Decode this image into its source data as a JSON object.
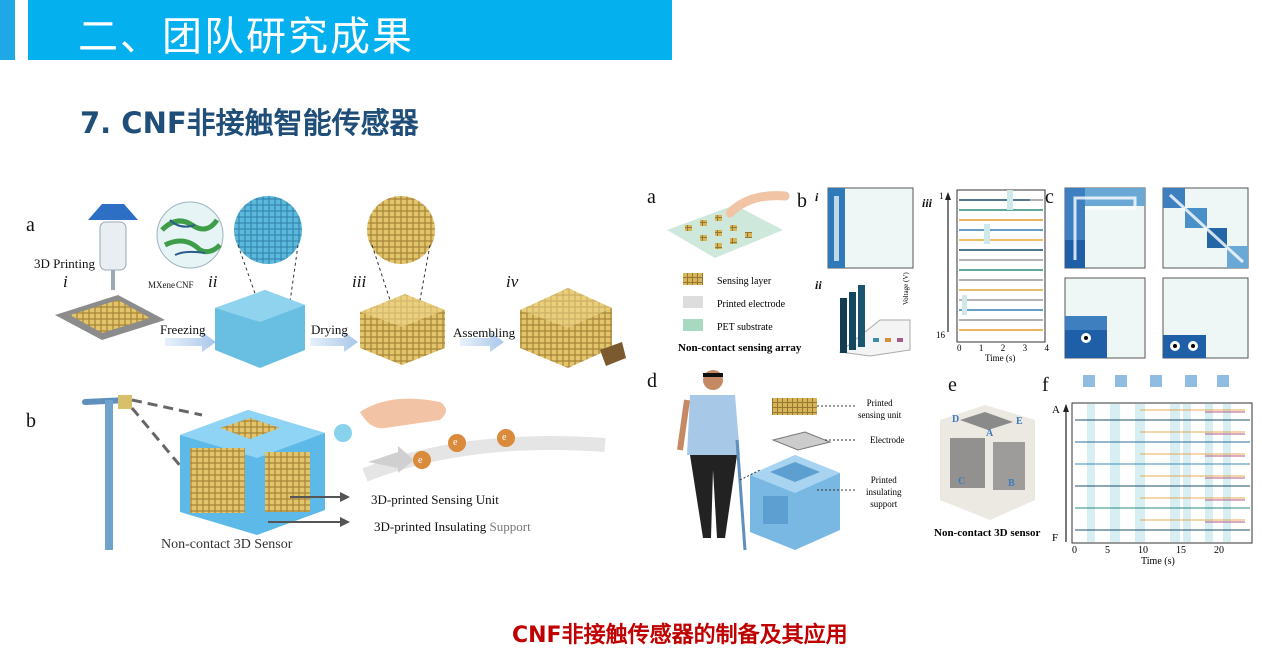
{
  "header": {
    "title": "二、团队研究成果"
  },
  "section_title": "7. CNF非接触智能传感器",
  "caption": "CNF非接触传感器的制备及其应用",
  "left_figure": {
    "panel_a": {
      "label": "a",
      "print_label": "3D Printing",
      "mxene": "MXene",
      "cnf": "CNF",
      "steps": [
        "i",
        "ii",
        "iii",
        "iv"
      ],
      "arrows": [
        "Freezing",
        "Drying",
        "Assembling"
      ]
    },
    "panel_b": {
      "label": "b",
      "sensing_unit": "3D-printed Sensing Unit",
      "support_prefix": "3D-printed Insulating ",
      "support_suffix": "Support",
      "sensor": "Non-contact 3D Sensor",
      "electron": "e"
    }
  },
  "right_figure": {
    "panel_a": {
      "label": "a",
      "legend": [
        "Sensing layer",
        "Printed electrode",
        "PET substrate"
      ],
      "title": "Non-contact sensing array"
    },
    "panel_b": {
      "label": "b",
      "sub_i": "i",
      "sub_ii": "ii",
      "sub_iii": "iii",
      "y_top": "1",
      "y_bottom": "16",
      "voltage_label": "Voltage (V)",
      "time_label": "Time (s)",
      "ticks": [
        "0",
        "1",
        "2",
        "3",
        "4"
      ]
    },
    "panel_c": {
      "label": "c"
    },
    "panel_d": {
      "label": "d",
      "parts": [
        "Printed\nsensing unit",
        "Electrode",
        "Printed\ninsulating\nsupport"
      ]
    },
    "panel_e": {
      "label": "e",
      "faces": [
        "D",
        "A",
        "E",
        "C",
        "B"
      ],
      "title": "Non-contact 3D sensor"
    },
    "panel_f": {
      "label": "f",
      "y_top": "A",
      "y_bottom": "F",
      "ticks": [
        "0",
        "5",
        "10",
        "15",
        "20"
      ],
      "time_label": "Time (s)"
    }
  }
}
